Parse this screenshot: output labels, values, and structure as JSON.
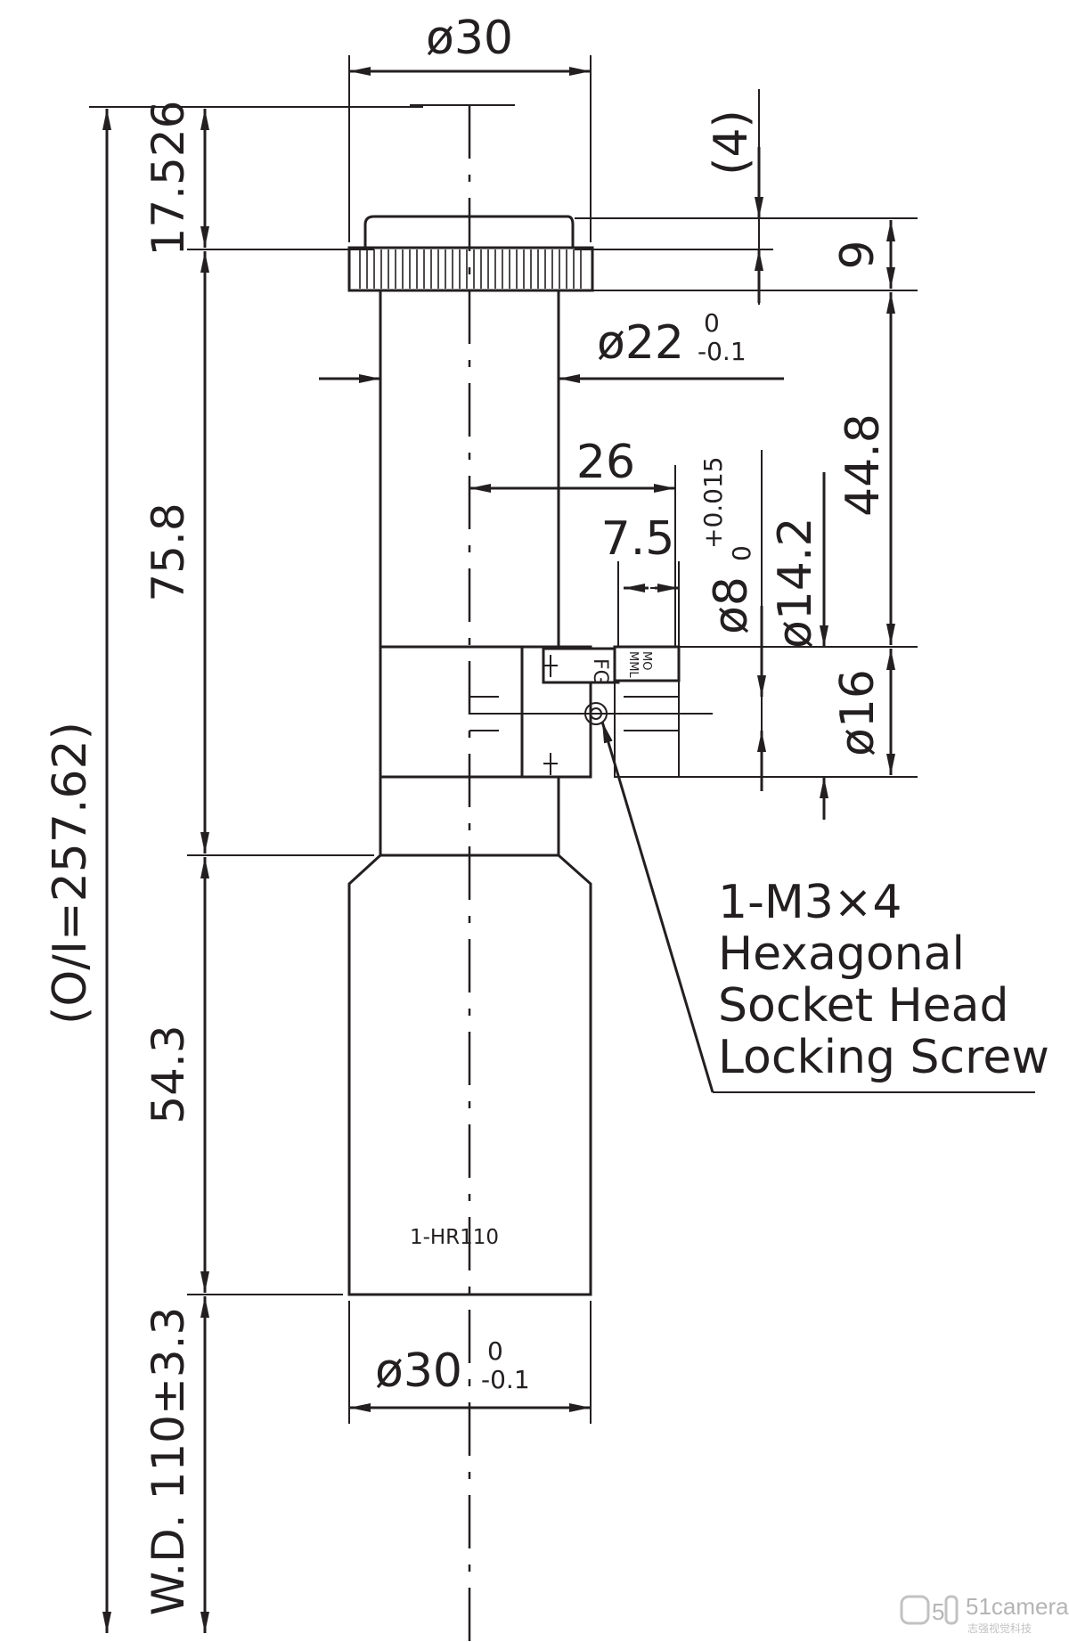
{
  "drawing": {
    "model_label": "1-HR110",
    "top_diameter": "ø30",
    "flange_diameter": "ø22",
    "flange_tol_upper": "0",
    "flange_tol_lower": "-0.1",
    "bottom_diameter": "ø30",
    "bottom_tol_upper": "0",
    "bottom_tol_lower": "-0.1",
    "overall_length": "(O/I=257.62)",
    "working_distance": "W.D. 110±3.3",
    "top_height": "17.526",
    "upper_body_length": "75.8",
    "lower_body_length": "54.3",
    "ring_height": "9",
    "top_offset": "(4)",
    "flange_to_port": "44.8",
    "port_offset": "26",
    "port_depth": "7.5",
    "port_hole": "ø8",
    "port_hole_tol_upper": "+0.015",
    "port_hole_tol_lower": "0",
    "port_outer": "ø14.2",
    "port_flange": "ø16",
    "port_tag_1": "FG",
    "port_tag_2": "MML",
    "port_tag_3": "MO",
    "screw_note": [
      "1-M3×4",
      "Hexagonal",
      "Socket Head",
      "Locking Screw"
    ]
  },
  "watermark": {
    "brand": "51camera",
    "sub": "志强视觉科技"
  }
}
